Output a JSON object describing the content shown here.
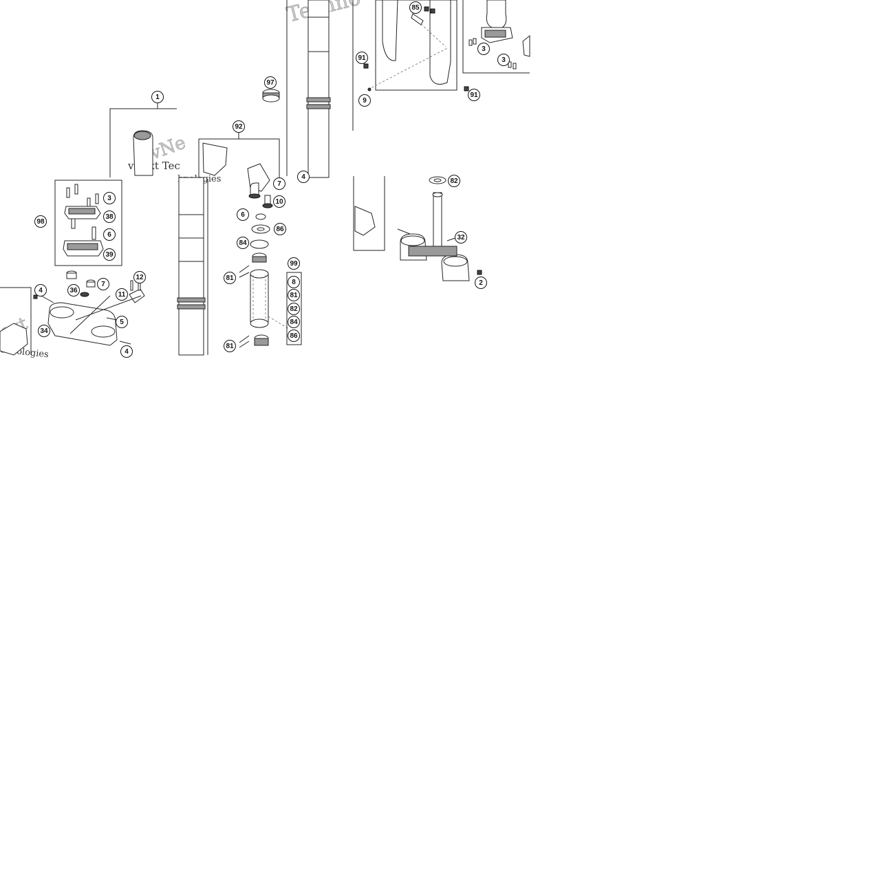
{
  "watermarks": {
    "top": "Techno",
    "center_line1": "vNext Tec",
    "center_line2": "hnologies",
    "center_ghost": "vNe",
    "left_line1": "ext",
    "left_line2": "chnologies"
  },
  "callouts": [
    {
      "id": "c-85",
      "label": "85"
    },
    {
      "id": "c-91a",
      "label": "91"
    },
    {
      "id": "c-9",
      "label": "9"
    },
    {
      "id": "c-91b",
      "label": "91"
    },
    {
      "id": "c-3a",
      "label": "3"
    },
    {
      "id": "c-3b",
      "label": "3"
    },
    {
      "id": "c-97",
      "label": "97"
    },
    {
      "id": "c-1",
      "label": "1"
    },
    {
      "id": "c-92",
      "label": "92"
    },
    {
      "id": "c-7a",
      "label": "7"
    },
    {
      "id": "c-4top",
      "label": "4"
    },
    {
      "id": "c-82a",
      "label": "82"
    },
    {
      "id": "c-3c",
      "label": "3"
    },
    {
      "id": "c-38",
      "label": "38"
    },
    {
      "id": "c-6a",
      "label": "6"
    },
    {
      "id": "c-39",
      "label": "39"
    },
    {
      "id": "c-98",
      "label": "98"
    },
    {
      "id": "c-10",
      "label": "10"
    },
    {
      "id": "c-6b",
      "label": "6"
    },
    {
      "id": "c-86a",
      "label": "86"
    },
    {
      "id": "c-84a",
      "label": "84"
    },
    {
      "id": "c-32",
      "label": "32"
    },
    {
      "id": "c-99",
      "label": "99"
    },
    {
      "id": "c-8",
      "label": "8"
    },
    {
      "id": "c-81a",
      "label": "81"
    },
    {
      "id": "c-81b",
      "label": "81"
    },
    {
      "id": "c-82b",
      "label": "82"
    },
    {
      "id": "c-84b",
      "label": "84"
    },
    {
      "id": "c-86b",
      "label": "86"
    },
    {
      "id": "c-81c",
      "label": "81"
    },
    {
      "id": "c-2",
      "label": "2"
    },
    {
      "id": "c-12",
      "label": "12"
    },
    {
      "id": "c-11",
      "label": "11"
    },
    {
      "id": "c-7b",
      "label": "7"
    },
    {
      "id": "c-36",
      "label": "36"
    },
    {
      "id": "c-4a",
      "label": "4"
    },
    {
      "id": "c-5",
      "label": "5"
    },
    {
      "id": "c-34",
      "label": "34"
    },
    {
      "id": "c-4b",
      "label": "4"
    }
  ]
}
